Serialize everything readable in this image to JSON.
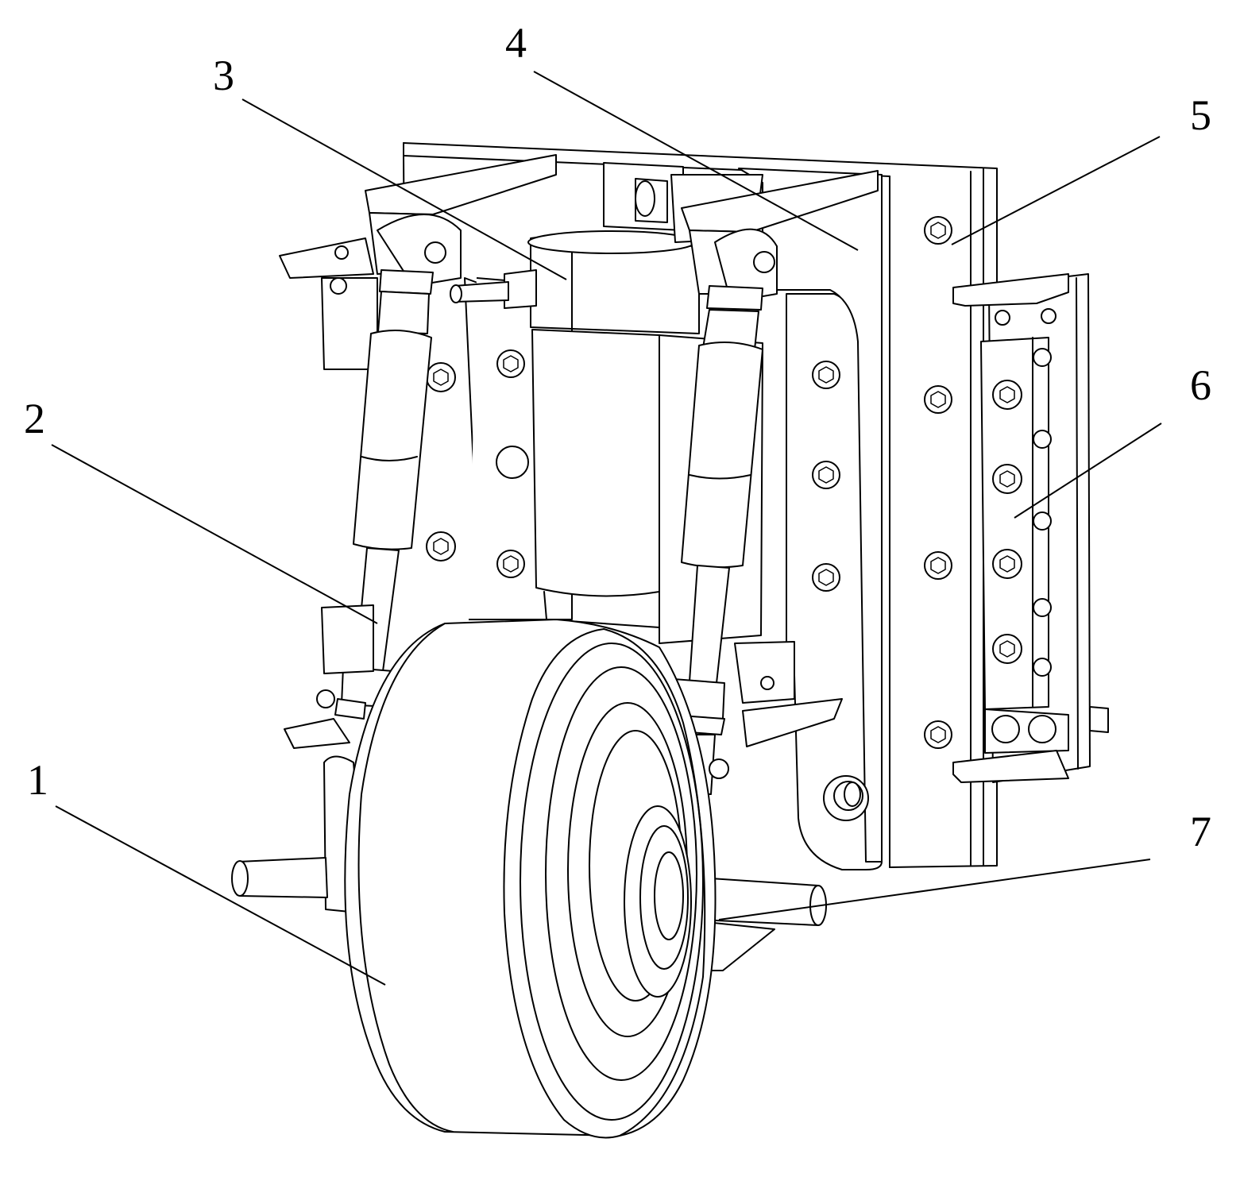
{
  "callouts": [
    {
      "id": "callout-1",
      "text": "1"
    },
    {
      "id": "callout-2",
      "text": "2"
    },
    {
      "id": "callout-3",
      "text": "3"
    },
    {
      "id": "callout-4",
      "text": "4"
    },
    {
      "id": "callout-5",
      "text": "5"
    },
    {
      "id": "callout-6",
      "text": "6"
    },
    {
      "id": "callout-7",
      "text": "7"
    }
  ]
}
